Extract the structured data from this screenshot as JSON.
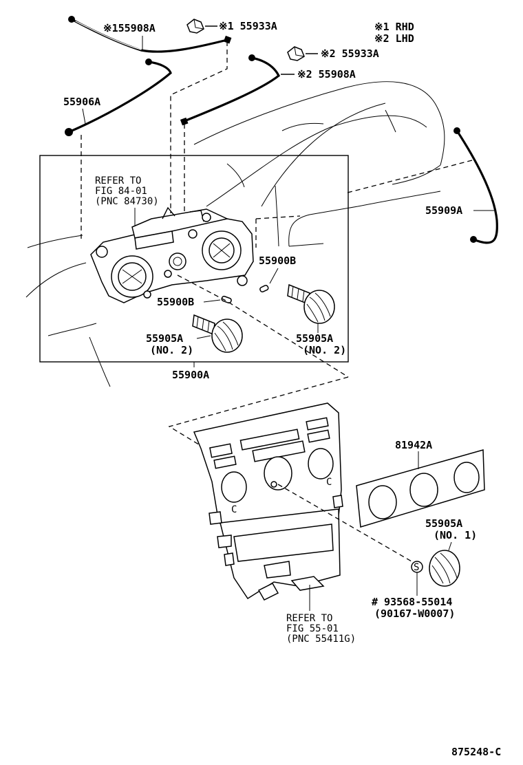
{
  "legend": {
    "rhd": "※1 RHD",
    "lhd": "※2 LHD"
  },
  "labels": {
    "cable_rhd": "※155908A",
    "clamp_rhd": "※1 55933A",
    "clamp_lhd": "※2 55933A",
    "cable_lhd": "※2 55908A",
    "cable_55906": "55906A",
    "cable_55909": "55909A",
    "control_assy": "55900A",
    "pin_right": "55900B",
    "pin_center": "55900B",
    "knob_left": "55905A",
    "knob_left_no": "(NO. 2)",
    "knob_right": "55905A",
    "knob_right_no": "(NO. 2)",
    "plate": "81942A",
    "knob_no1": "55905A",
    "knob_no1_no": "(NO. 1)",
    "screw_part": "# 93568-55014",
    "screw_alt": "(90167-W0007)",
    "screw_mark": "S",
    "panel_c_left": "C",
    "panel_c_right": "C",
    "diagram_id": "875248-C"
  },
  "refer_upper": {
    "line1": "REFER TO",
    "line2": "FIG 84-01",
    "line3": "(PNC 84730)"
  },
  "refer_lower": {
    "line1": "REFER TO",
    "line2": "FIG 55-01",
    "line3": "(PNC 55411G)"
  }
}
